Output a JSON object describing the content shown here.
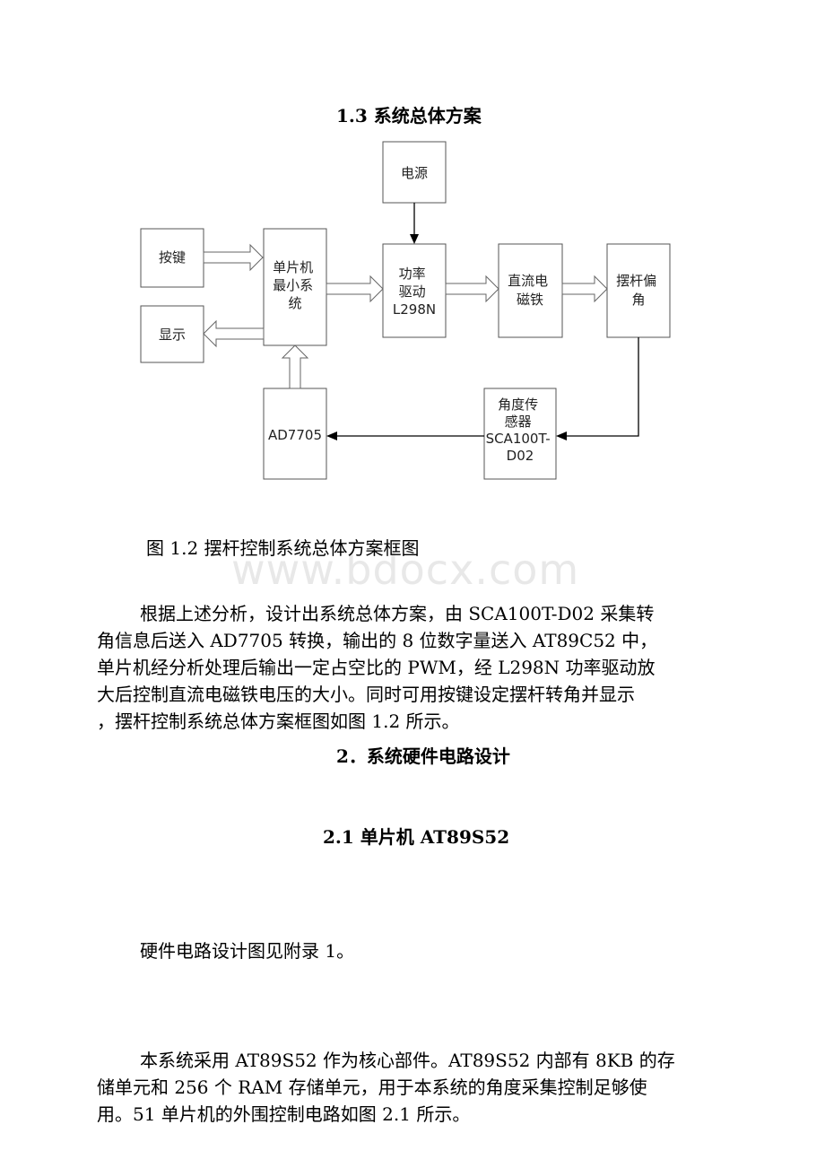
{
  "section_1_3": {
    "title": "1.3 系统总体方案"
  },
  "diagram": {
    "blocks": {
      "power": [
        "电源"
      ],
      "keys": [
        "按键"
      ],
      "display": [
        "显示"
      ],
      "mcu": [
        "单片机",
        "最小系",
        "统"
      ],
      "driver": [
        "功率",
        "驱动",
        "L298N"
      ],
      "magnet": [
        "直流电",
        "磁铁"
      ],
      "pendulum": [
        "摆杆偏",
        "角"
      ],
      "adc": [
        "AD7705"
      ],
      "sensor": [
        "角度传",
        "感器",
        "SCA100T-",
        "D02"
      ]
    }
  },
  "figure_caption": "图 1.2 摆杆控制系统总体方案框图",
  "watermark": "www.bdocx.com",
  "paragraph_1": {
    "lines": [
      "根据上述分析，设计出系统总体方案，由 SCA100T-D02 采集转",
      "角信息后送入 AD7705 转换，输出的 8 位数字量送入 AT89C52 中，",
      "单片机经分析处理后输出一定占空比的 PWM，经 L298N 功率驱动放",
      "大后控制直流电磁铁电压的大小。同时可用按键设定摆杆转角并显示",
      "，摆杆控制系统总体方案框图如图 1.2 所示。"
    ]
  },
  "section_2": {
    "title": "2．系统硬件电路设计"
  },
  "paragraph_2": {
    "text": "硬件电路设计图见附录 1。"
  },
  "section_2_1": {
    "title": "2.1 单片机 AT89S52"
  },
  "paragraph_3": {
    "lines": [
      "本系统采用 AT89S52 作为核心部件。AT89S52 内部有 8KB 的存",
      "储单元和 256 个 RAM 存储单元，用于本系统的角度采集控制足够使",
      "用。51 单片机的外围控制电路如图 2.1 所示。"
    ]
  }
}
